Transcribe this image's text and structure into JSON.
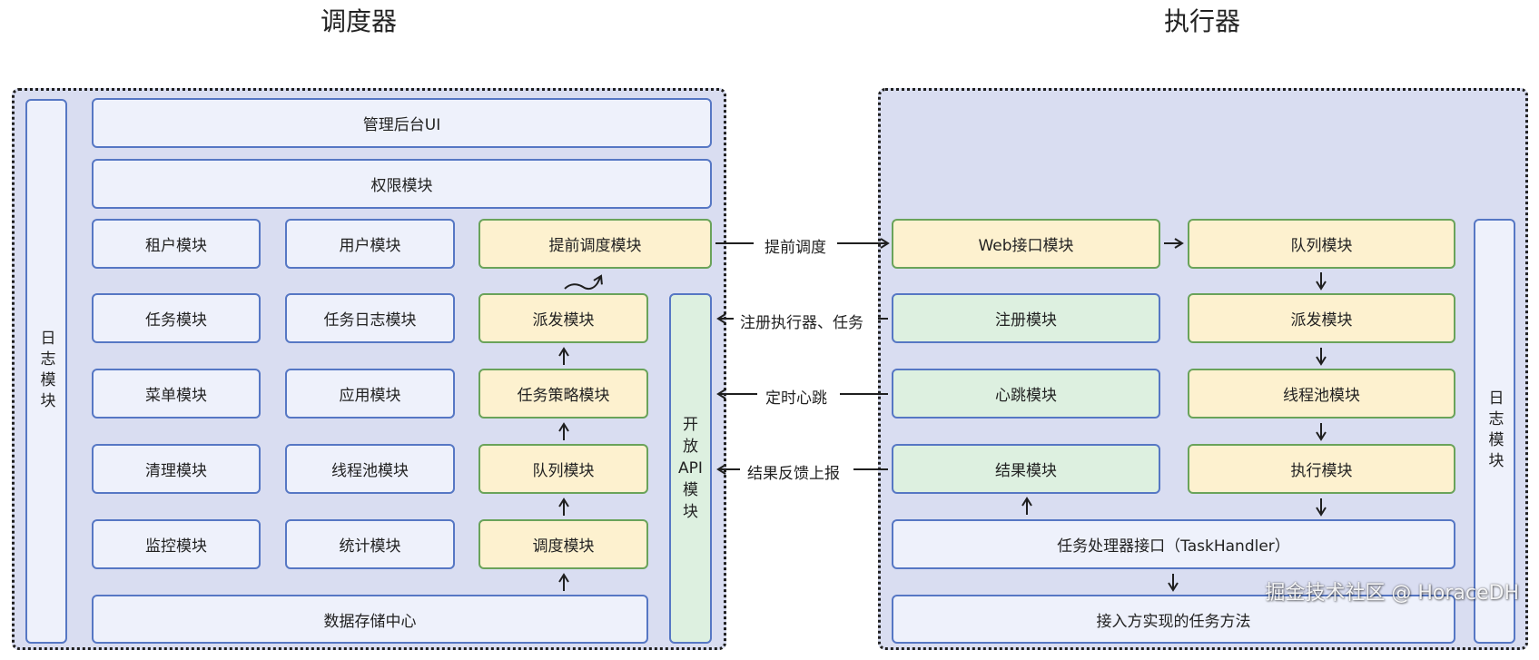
{
  "scheduler": {
    "title": "调度器",
    "log_module": "日志模块",
    "admin_ui": "管理后台UI",
    "permission": "权限模块",
    "grid": {
      "r1": [
        "租户模块",
        "用户模块",
        "提前调度模块"
      ],
      "r2": [
        "任务模块",
        "任务日志模块",
        "派发模块"
      ],
      "r3": [
        "菜单模块",
        "应用模块",
        "任务策略模块"
      ],
      "r4": [
        "清理模块",
        "线程池模块",
        "队列模块"
      ],
      "r5": [
        "监控模块",
        "统计模块",
        "调度模块"
      ]
    },
    "storage": "数据存储中心",
    "open_api": {
      "lines": [
        "开",
        "放",
        "API",
        "模",
        "块"
      ]
    }
  },
  "connections": {
    "pre_schedule": "提前调度",
    "register": "注册执行器、任务",
    "heartbeat": "定时心跳",
    "result_report": "结果反馈上报"
  },
  "executor": {
    "title": "执行器",
    "left_column": [
      "Web接口模块",
      "注册模块",
      "心跳模块",
      "结果模块"
    ],
    "right_column": [
      "队列模块",
      "派发模块",
      "线程池模块",
      "执行模块"
    ],
    "task_handler": "任务处理器接口（TaskHandler）",
    "implementation": "接入方实现的任务方法",
    "log_module": "日志模块"
  },
  "watermark": "掘金技术社区 @ HoraceDH",
  "colors": {
    "panel": "#d9ddf1",
    "blue_box": "#eef1fb",
    "yellow_box": "#fdf1cf",
    "green_box": "#ddf0e0",
    "blue_border": "#5677c4",
    "green_border": "#6aa35a"
  }
}
